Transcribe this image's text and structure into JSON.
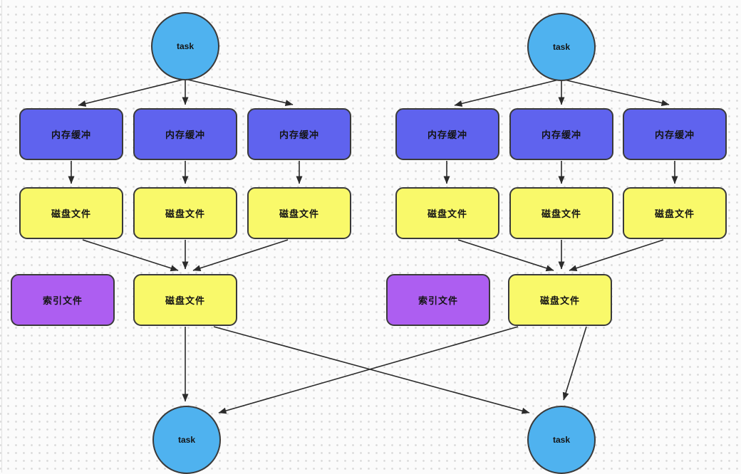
{
  "diagram": {
    "type": "flow-diagram",
    "description": "Two mirrored map-task spill/merge groups feeding two reduce tasks",
    "colors": {
      "task_fill": "#4fb2ef",
      "buffer_fill": "#5f63ee",
      "disk_fill": "#f9f96a",
      "index_fill": "#ad5ef1",
      "node_border": "#3a3a3a",
      "edge_stroke": "#2b2b2b",
      "background": "#fbfbfb",
      "grid_dot": "#d8d8d8"
    },
    "groups": [
      {
        "id": "left",
        "top_task": "task",
        "buffers": [
          "内存缓冲",
          "内存缓冲",
          "内存缓冲"
        ],
        "spill_files": [
          "磁盘文件",
          "磁盘文件",
          "磁盘文件"
        ],
        "index_file": "索引文件",
        "merged_file": "磁盘文件",
        "bottom_task": "task"
      },
      {
        "id": "right",
        "top_task": "task",
        "buffers": [
          "内存缓冲",
          "内存缓冲",
          "内存缓冲"
        ],
        "spill_files": [
          "磁盘文件",
          "磁盘文件",
          "磁盘文件"
        ],
        "index_file": "索引文件",
        "merged_file": "磁盘文件",
        "bottom_task": "task"
      }
    ],
    "edges": [
      {
        "from": "left-top-task",
        "to": "left-buffer-1"
      },
      {
        "from": "left-top-task",
        "to": "left-buffer-2"
      },
      {
        "from": "left-top-task",
        "to": "left-buffer-3"
      },
      {
        "from": "left-buffer-1",
        "to": "left-spill-1"
      },
      {
        "from": "left-buffer-2",
        "to": "left-spill-2"
      },
      {
        "from": "left-buffer-3",
        "to": "left-spill-3"
      },
      {
        "from": "left-spill-1",
        "to": "left-merged-file"
      },
      {
        "from": "left-spill-2",
        "to": "left-merged-file"
      },
      {
        "from": "left-spill-3",
        "to": "left-merged-file"
      },
      {
        "from": "left-merged-file",
        "to": "left-bottom-task"
      },
      {
        "from": "left-merged-file",
        "to": "right-bottom-task"
      },
      {
        "from": "right-top-task",
        "to": "right-buffer-1"
      },
      {
        "from": "right-top-task",
        "to": "right-buffer-2"
      },
      {
        "from": "right-top-task",
        "to": "right-buffer-3"
      },
      {
        "from": "right-buffer-1",
        "to": "right-spill-1"
      },
      {
        "from": "right-buffer-2",
        "to": "right-spill-2"
      },
      {
        "from": "right-buffer-3",
        "to": "right-spill-3"
      },
      {
        "from": "right-spill-1",
        "to": "right-merged-file"
      },
      {
        "from": "right-spill-2",
        "to": "right-merged-file"
      },
      {
        "from": "right-spill-3",
        "to": "right-merged-file"
      },
      {
        "from": "right-merged-file",
        "to": "right-bottom-task"
      },
      {
        "from": "right-merged-file",
        "to": "left-bottom-task"
      }
    ]
  }
}
